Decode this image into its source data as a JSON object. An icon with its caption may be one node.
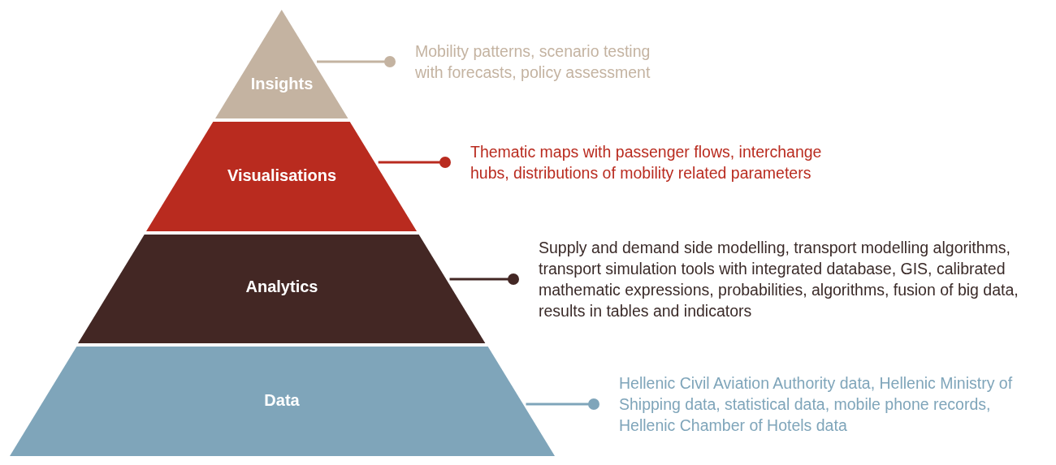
{
  "diagram": {
    "nodes": [
      {
        "text": [
          "Insights"
        ]
      },
      {
        "text": [
          "Mobility patterns, scenario testing with forecasts, policy assessment"
        ]
      },
      {
        "text": [
          "Visualisations"
        ]
      },
      {
        "text": [
          "Thematic maps with passenger flows, interchange hubs, distributions of mobility related parameters"
        ]
      },
      {
        "text": [
          "Analytics"
        ]
      },
      {
        "text": [
          "Supply and demand side modelling, transport modelling algorithms, transport simulation tools with integrated database, GIS, calibrated mathematic expressions, probabilities, algorithms, fusion of big data, results in tables and indicators"
        ]
      },
      {
        "text": [
          "Data"
        ]
      },
      {
        "text": [
          "Hellenic Civil Aviation Authority data, Hellenic Ministry of Shipping data, statistical data, mobile phone records, Hellenic Chamber of Hotels data"
        ]
      }
    ],
    "edges": [
      {
        "from": 0,
        "to": 1,
        "arrow": "other",
        "color": "#c4b3a1"
      },
      {
        "from": 2,
        "to": 3,
        "arrow": "other",
        "color": "#b92b1f"
      },
      {
        "from": 4,
        "to": 5,
        "arrow": "other",
        "color": "#432724"
      },
      {
        "from": 6,
        "to": 7,
        "arrow": "other",
        "color": "#7fa5ba"
      }
    ]
  }
}
